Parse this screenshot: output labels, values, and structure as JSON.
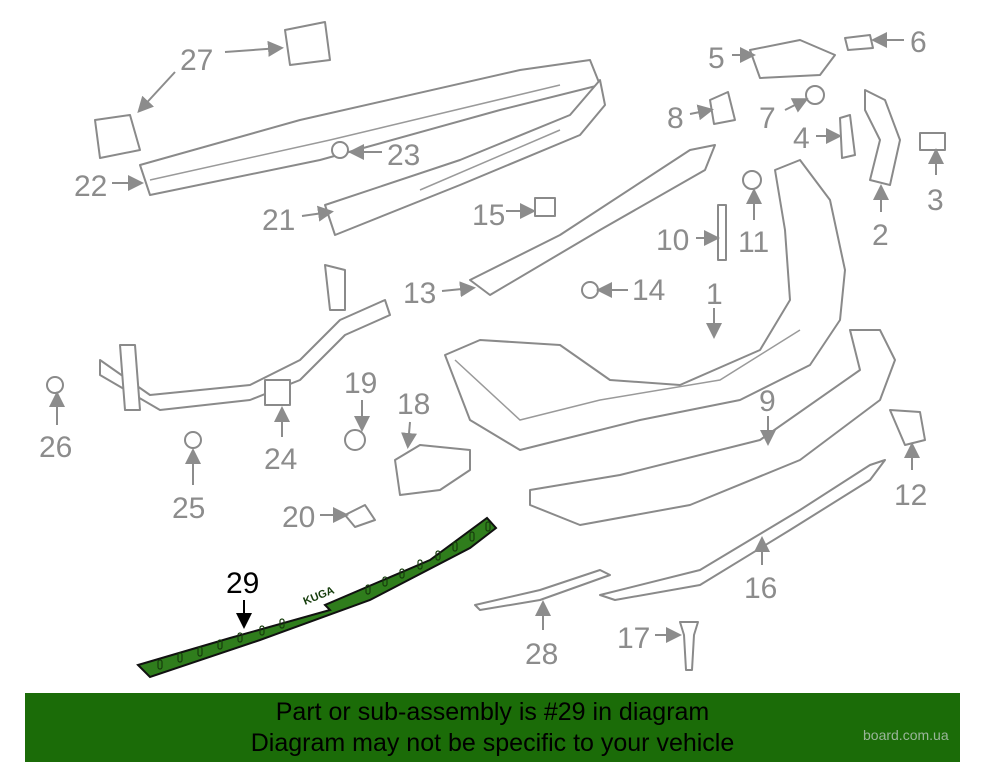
{
  "diagram": {
    "callouts": [
      "1",
      "2",
      "3",
      "4",
      "5",
      "6",
      "7",
      "8",
      "9",
      "10",
      "11",
      "12",
      "13",
      "14",
      "15",
      "16",
      "17",
      "18",
      "19",
      "20",
      "21",
      "22",
      "23",
      "24",
      "25",
      "26",
      "27",
      "28"
    ],
    "highlighted_callout": "29",
    "strip_emblem": "KUGA"
  },
  "banner": {
    "line1": "Part or sub-assembly is #29 in diagram",
    "line2": "Diagram may not be specific to your vehicle"
  },
  "watermark": "board.com.ua",
  "colors": {
    "highlight": "#2f7d1c",
    "banner": "#1b6c08",
    "outline": "#8a8a8a"
  }
}
